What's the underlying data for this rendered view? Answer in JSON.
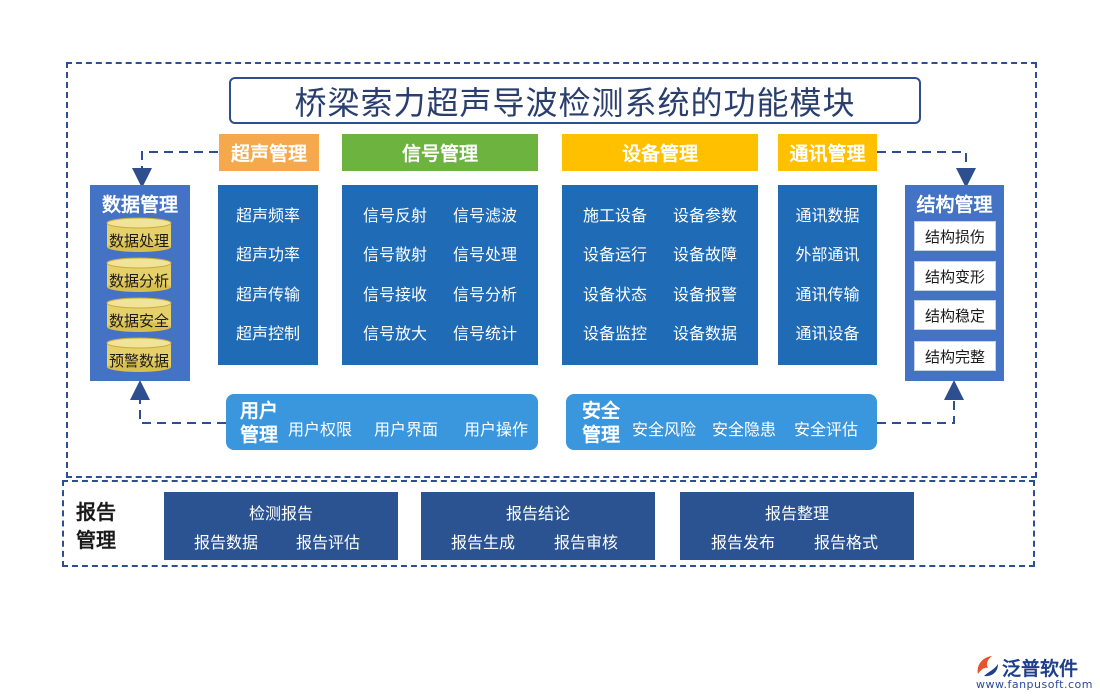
{
  "title": "桥梁索力超声导波检测系统的功能模块",
  "colors": {
    "frame": "#2e4f8f",
    "ultrasound": "#f5a94c",
    "signal": "#6cb33f",
    "equipment": "#ffc000",
    "comm": "#ffc000",
    "module_blue": "#1f6bb5",
    "side_blue": "#4472c4",
    "bar_blue": "#3a97de",
    "report_blue": "#2b5391",
    "cylinder": "#e6d06a"
  },
  "modules": {
    "ultrasound": {
      "header": "超声管理",
      "items": [
        "超声频率",
        "超声功率",
        "超声传输",
        "超声控制"
      ]
    },
    "signal": {
      "header": "信号管理",
      "items": [
        "信号反射",
        "信号滤波",
        "信号散射",
        "信号处理",
        "信号接收",
        "信号分析",
        "信号放大",
        "信号统计"
      ]
    },
    "equipment": {
      "header": "设备管理",
      "items": [
        "施工设备",
        "设备参数",
        "设备运行",
        "设备故障",
        "设备状态",
        "设备报警",
        "设备监控",
        "设备数据"
      ]
    },
    "comm": {
      "header": "通讯管理",
      "items": [
        "通讯数据",
        "外部通讯",
        "通讯传输",
        "通讯设备"
      ]
    }
  },
  "data_mgmt": {
    "title": "数据管理",
    "items": [
      "数据处理",
      "数据分析",
      "数据安全",
      "预警数据"
    ]
  },
  "structure_mgmt": {
    "title": "结构管理",
    "items": [
      "结构损伤",
      "结构变形",
      "结构稳定",
      "结构完整"
    ]
  },
  "user_mgmt": {
    "title_line1": "用户",
    "title_line2": "管理",
    "items": [
      "用户权限",
      "用户界面",
      "用户操作"
    ]
  },
  "safety_mgmt": {
    "title_line1": "安全",
    "title_line2": "管理",
    "items": [
      "安全风险",
      "安全隐患",
      "安全评估"
    ]
  },
  "report_mgmt": {
    "label_line1": "报告",
    "label_line2": "管理",
    "groups": [
      {
        "title": "检测报告",
        "items": [
          "报告数据",
          "报告评估"
        ]
      },
      {
        "title": "报告结论",
        "items": [
          "报告生成",
          "报告审核"
        ]
      },
      {
        "title": "报告整理",
        "items": [
          "报告发布",
          "报告格式"
        ]
      }
    ]
  },
  "logo": {
    "name": "泛普软件",
    "url": "www.fanpusoft.com",
    "icon": "fanpu-logo-icon"
  }
}
